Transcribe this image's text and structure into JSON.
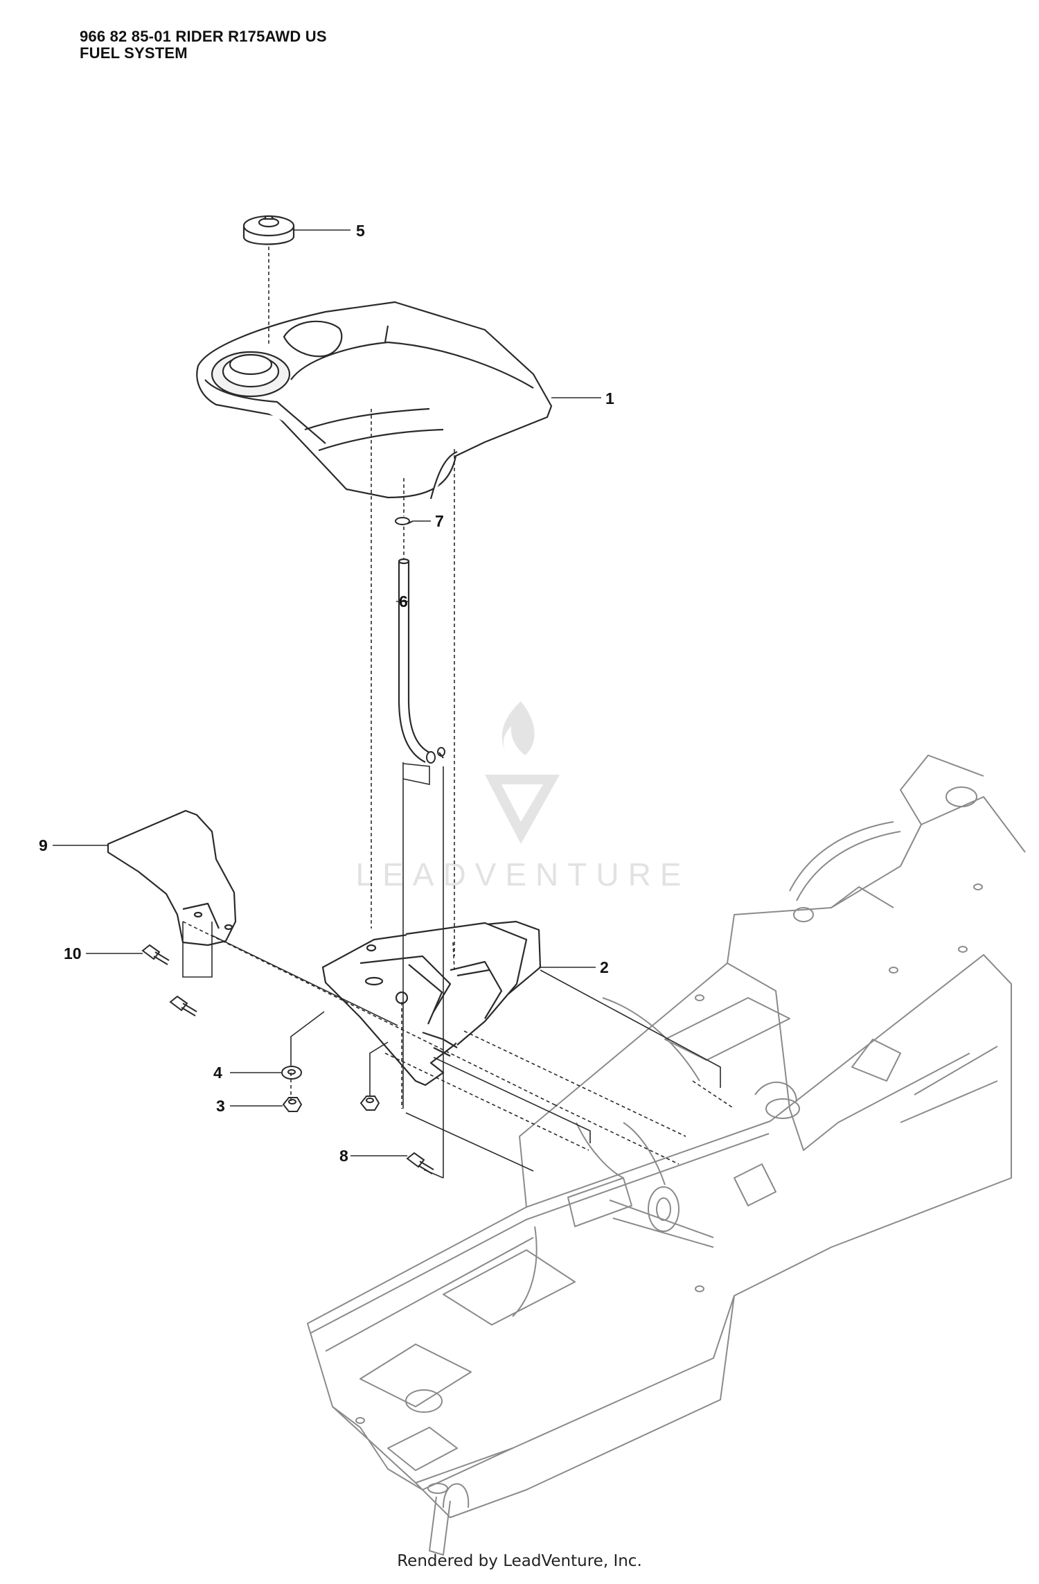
{
  "header": {
    "model_line": "966 82 85-01 RIDER R175AWD US",
    "section_line": "FUEL SYSTEM"
  },
  "watermark": {
    "logo_icon": "leadventure-flame-v-logo",
    "text": "LEADVENTURE"
  },
  "callouts": [
    {
      "label": "5"
    },
    {
      "label": "1"
    },
    {
      "label": "7"
    },
    {
      "label": "6"
    },
    {
      "label": "9"
    },
    {
      "label": "10"
    },
    {
      "label": "2"
    },
    {
      "label": "4"
    },
    {
      "label": "3"
    },
    {
      "label": "8"
    }
  ],
  "footer": {
    "rendered_by": "Rendered by LeadVenture, Inc."
  },
  "colors": {
    "line": "#2a2a2a",
    "watermark": "#e2e2e2",
    "background": "#ffffff"
  }
}
